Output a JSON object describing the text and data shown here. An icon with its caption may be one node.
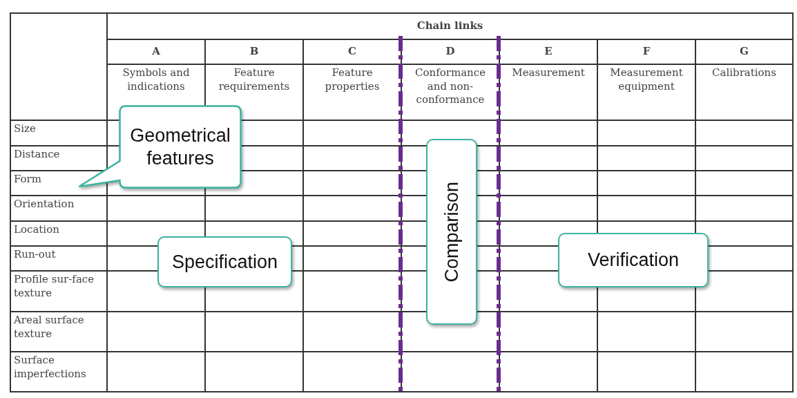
{
  "diagram": {
    "nodes": [
      {
        "text": [
          "Geometrical features"
        ]
      },
      {
        "text": [
          "Specification"
        ]
      },
      {
        "text": [
          "Comparison"
        ]
      },
      {
        "text": [
          "Verification"
        ]
      }
    ],
    "labels": [
      "Chain links",
      "A",
      "B",
      "C",
      "D",
      "E",
      "F",
      "G",
      "Symbols and indications",
      "Feature requirements",
      "Feature properties",
      "Conformance and non-conformance",
      "Measurement",
      "Measurement equipment",
      "Calibrations",
      "Size",
      "Distance",
      "Form",
      "Orientation",
      "Location",
      "Run-out",
      "Profile sur-face texture",
      "Areal surface texture",
      "Surface imperfections"
    ]
  }
}
